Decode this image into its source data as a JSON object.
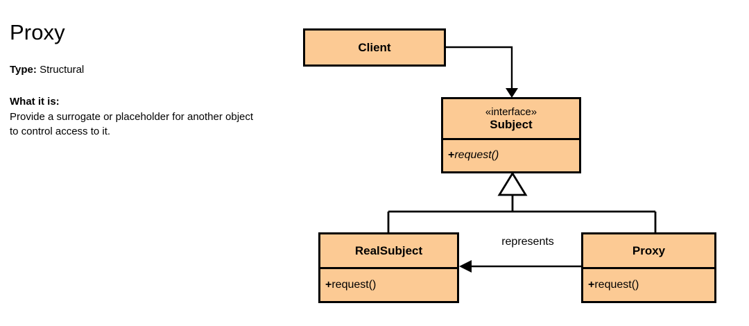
{
  "info_panel": {
    "title": "Proxy",
    "type_label": "Type:",
    "type_value": "Structural",
    "what_heading": "What it is:",
    "what_body": "Provide a surrogate or placeholder for another object to control access to it."
  },
  "diagram": {
    "type": "uml-class-diagram",
    "fill_color": "#FCCA94",
    "stroke_color": "#000000",
    "background_color": "#FFFFFF",
    "classes": [
      {
        "id": "client",
        "name": "Client",
        "stereotype": "",
        "members": []
      },
      {
        "id": "subject",
        "name": "Subject",
        "stereotype": "«interface»",
        "members": [
          {
            "visibility": "+",
            "signature": "request()",
            "italic": true
          }
        ]
      },
      {
        "id": "realsubject",
        "name": "RealSubject",
        "stereotype": "",
        "members": [
          {
            "visibility": "+",
            "signature": "request()",
            "italic": false
          }
        ]
      },
      {
        "id": "proxy",
        "name": "Proxy",
        "stereotype": "",
        "members": [
          {
            "visibility": "+",
            "signature": "request()",
            "italic": false
          }
        ]
      }
    ],
    "relationships": [
      {
        "id": "client-subject",
        "from": "Client",
        "to": "Subject",
        "kind": "dependency-arrow",
        "label": ""
      },
      {
        "id": "realsubject-subject",
        "from": "RealSubject",
        "to": "Subject",
        "kind": "generalization",
        "label": ""
      },
      {
        "id": "proxy-subject",
        "from": "Proxy",
        "to": "Subject",
        "kind": "generalization",
        "label": ""
      },
      {
        "id": "proxy-realsubject",
        "from": "Proxy",
        "to": "RealSubject",
        "kind": "association",
        "label": "represents"
      }
    ]
  }
}
